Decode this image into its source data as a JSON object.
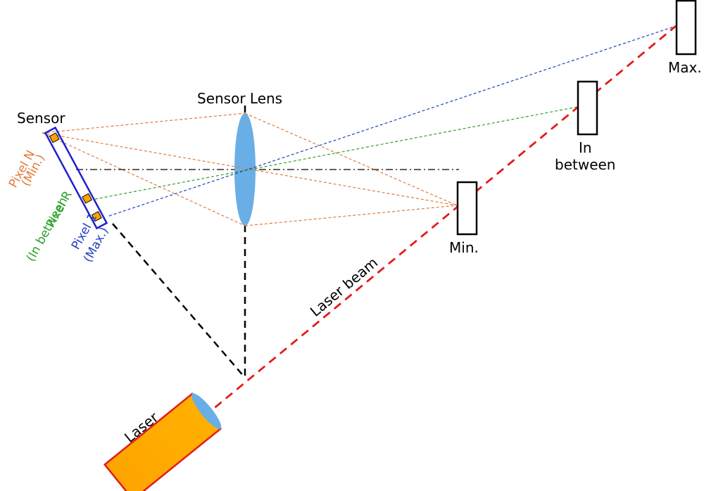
{
  "labels": {
    "sensor": "Sensor",
    "sensor_lens": "Sensor Lens",
    "max": "Max.",
    "in_between_line1": "In",
    "in_between_line2": "between",
    "min": "Min.",
    "laser_beam": "Laser beam",
    "laser": "Laser",
    "pixel_n": "Pixel N",
    "pixel_n_sub": "(Min.)",
    "pixel_r": "Pixel R",
    "pixel_r_sub": "(In between",
    "pixel_1": "Pixel 1",
    "pixel_1_sub": "(Max.)"
  },
  "colors": {
    "min_rays": "#e07b39",
    "in_between_rays": "#2ca02c",
    "max_rays": "#1f3fbf",
    "laser_beam": "#e31a1c",
    "lens": "#6aaee6",
    "laser_body": "#ffa500",
    "laser_outline": "#e31a1c",
    "sensor_outline": "#1f1fcf",
    "pixel_fill": "#ffa500",
    "construction_lines": "#000000"
  }
}
